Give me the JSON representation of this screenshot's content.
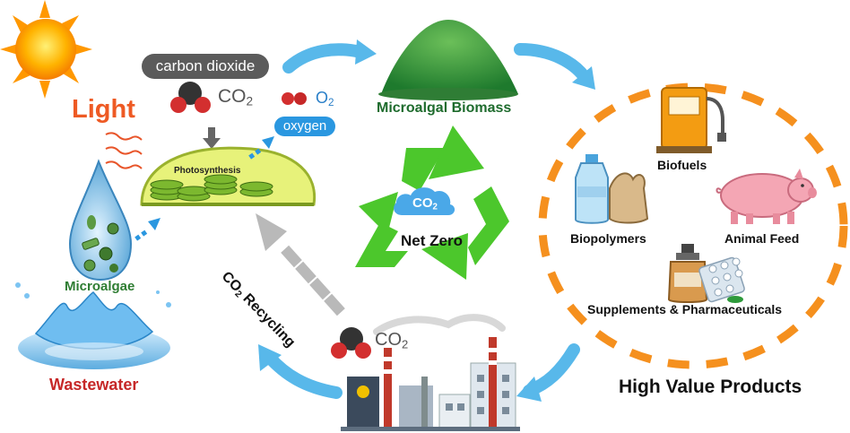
{
  "labels": {
    "light": "Light",
    "carbon_dioxide": "carbon dioxide",
    "co2_top": "CO",
    "co2_top_sub": "2",
    "o2": "O",
    "o2_sub": "2",
    "oxygen": "oxygen",
    "photosynthesis": "Photosynthesis",
    "microalgae": "Microalgae",
    "wastewater": "Wastewater",
    "microalgal_biomass": "Microalgal Biomass",
    "co2_cloud": "CO",
    "co2_cloud_sub": "2",
    "net_zero": "Net Zero",
    "co2_bottom": "CO",
    "co2_bottom_sub": "2",
    "co2_recycling_prefix": "CO",
    "co2_recycling_sub": "2",
    "co2_recycling_word": " Recycling",
    "biofuels": "Biofuels",
    "biopolymers": "Biopolymers",
    "animal_feed": "Animal Feed",
    "supplements": "Supplements & Pharmaceuticals",
    "high_value_products": "High Value Products"
  },
  "colors": {
    "flow_arrow": "#58b8ea",
    "recycle_arrow": "#4cc72c",
    "dashed_ring": "#f5901e",
    "recycle_path_arrow": "#b9b9b9",
    "light_text": "#ee5a24",
    "sun": "#ffb300"
  },
  "icons": [
    "sun-icon",
    "water-drop-icon",
    "chloroplast-icon",
    "co2-molecule-icon",
    "o2-molecule-icon",
    "biomass-pile-icon",
    "recycle-icon",
    "cloud-icon",
    "factory-icon",
    "fuel-pump-icon",
    "bottle-icon",
    "pig-icon",
    "supplement-jar-icon",
    "water-splash-icon"
  ]
}
